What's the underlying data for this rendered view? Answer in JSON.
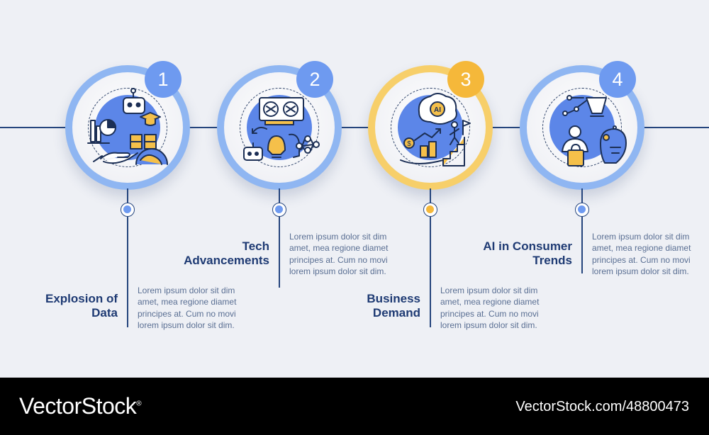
{
  "colors": {
    "blue_ring": "#8fb6f2",
    "blue_badge": "#6e9af0",
    "blue_disc": "#5c86e8",
    "yellow_ring": "#f7cf6a",
    "yellow_badge": "#f5b83a",
    "navy": "#25457d"
  },
  "steps": [
    {
      "number": "1",
      "title_lines": [
        "Explosion of",
        "Data"
      ],
      "desc_lines": [
        "Lorem ipsum dolor sit dim",
        "amet, mea regione diamet",
        "principes at. Cum no movi",
        "lorem ipsum dolor sit dim."
      ],
      "icon": "data-explosion-icon",
      "accent": "blue"
    },
    {
      "number": "2",
      "title_lines": [
        "Tech",
        "Advancements"
      ],
      "desc_lines": [
        "Lorem ipsum dolor sit dim",
        "amet, mea regione diamet",
        "principes at. Cum no movi",
        "lorem ipsum dolor sit dim."
      ],
      "icon": "tech-advancements-icon",
      "accent": "blue"
    },
    {
      "number": "3",
      "title_lines": [
        "Business",
        "Demand"
      ],
      "desc_lines": [
        "Lorem ipsum dolor sit dim",
        "amet, mea regione diamet",
        "principes at. Cum no movi",
        "lorem ipsum dolor sit dim."
      ],
      "icon": "business-demand-icon",
      "icon_text": "AI",
      "accent": "yellow"
    },
    {
      "number": "4",
      "title_lines": [
        "AI in Consumer",
        "Trends"
      ],
      "desc_lines": [
        "Lorem ipsum dolor sit dim",
        "amet, mea regione diamet",
        "principes at. Cum no movi",
        "lorem ipsum dolor sit dim."
      ],
      "icon": "consumer-trends-icon",
      "accent": "blue"
    }
  ],
  "footer": {
    "brand": "VectorStock",
    "brand_mark": "®",
    "url": "VectorStock.com/48800473"
  }
}
